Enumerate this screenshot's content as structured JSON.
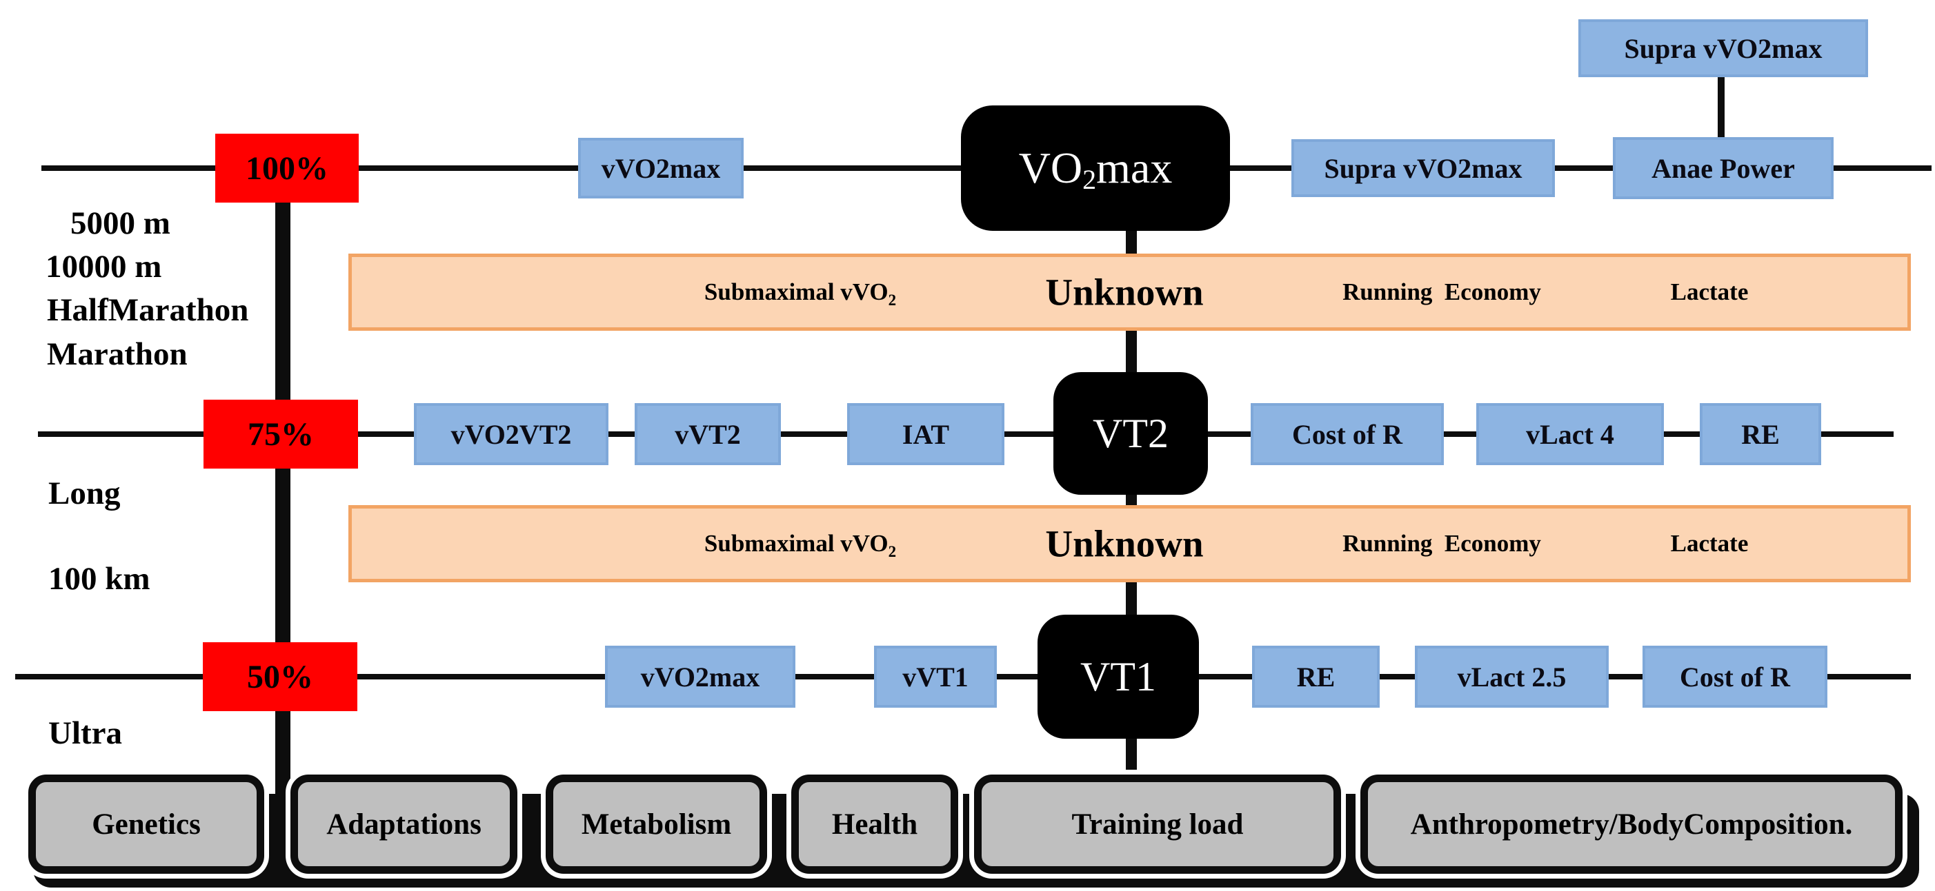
{
  "colors": {
    "red": "#FF0000",
    "blue_fill": "#8DB4E2",
    "blue_border": "#7FA8D9",
    "orange_fill": "#FCD5B4",
    "orange_border": "#F2A464",
    "gray_fill": "#BFBFBF",
    "hub_fill": "#000000",
    "line": "#0d0d0d"
  },
  "left_labels": {
    "group1": [
      "5000 m",
      "10000 m",
      "HalfMarathon",
      "Marathon"
    ],
    "group2": [
      "Long",
      "100 km"
    ],
    "group3": [
      "Ultra"
    ]
  },
  "top_right_box": "Supra vVO2max",
  "rows": [
    {
      "percent": "100%",
      "hub": {
        "pre": "VO",
        "sub": "2",
        "post": "max"
      },
      "left": [
        "vVO2max"
      ],
      "right": [
        "Supra vVO2max",
        "Anae Power"
      ]
    },
    {
      "percent": "75%",
      "hub": {
        "pre": "VT2"
      },
      "left": [
        "vVO2VT2",
        "vVT2",
        "IAT"
      ],
      "right": [
        "Cost of R",
        "vLact 4",
        "RE"
      ]
    },
    {
      "percent": "50%",
      "hub": {
        "pre": "VT1"
      },
      "left": [
        "vVO2max",
        "vVT1"
      ],
      "right": [
        "RE",
        "vLact 2.5",
        "Cost of R"
      ]
    }
  ],
  "band": {
    "submaximal_pre": "Submaximal vVO",
    "submaximal_sub": "2",
    "unknown": "Unknown",
    "running_economy": "Running  Economy",
    "lactate": "Lactate"
  },
  "bottom_row": [
    "Genetics",
    "Adaptations",
    "Metabolism",
    "Health",
    "Training load",
    "Anthropometry/BodyComposition."
  ]
}
